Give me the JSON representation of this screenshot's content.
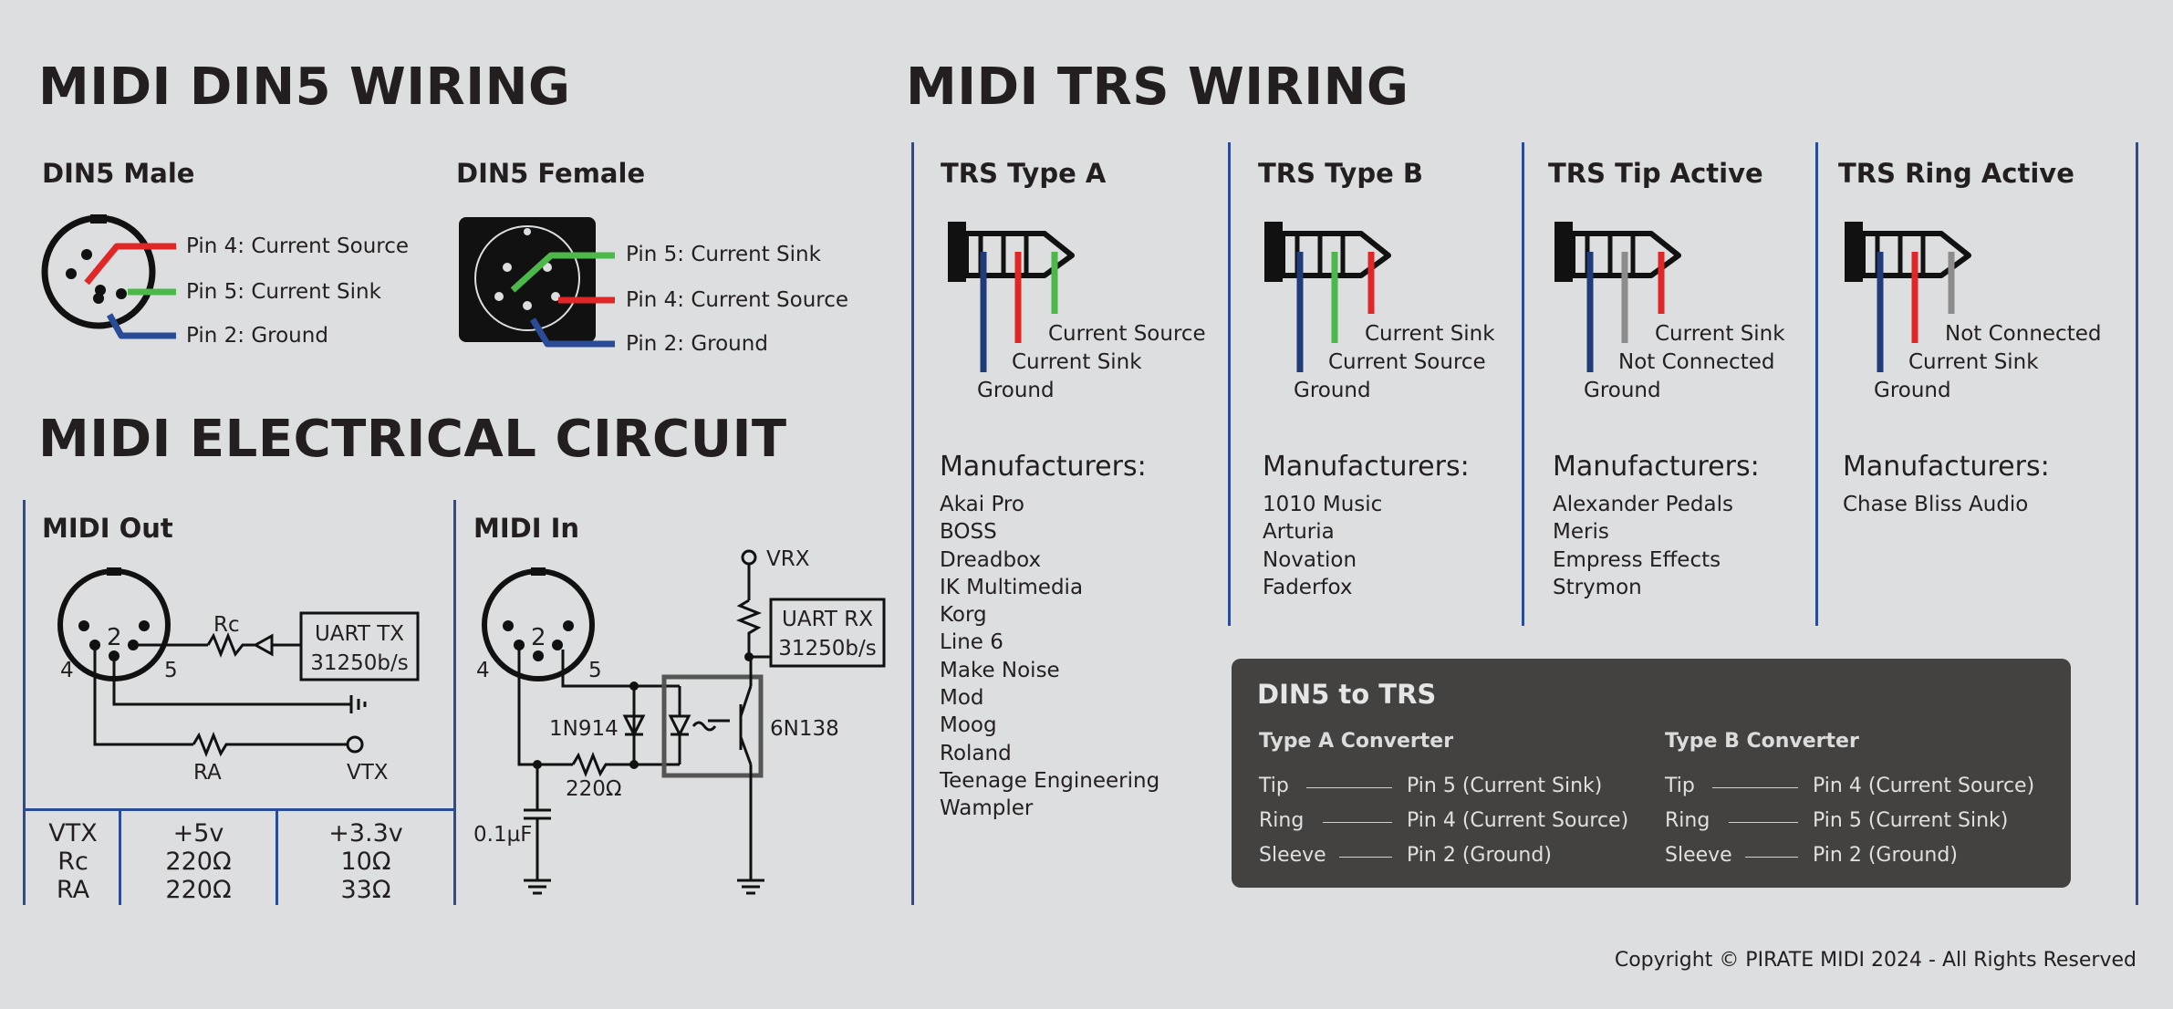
{
  "headings": {
    "din5": "MIDI DIN5 WIRING",
    "trs": "MIDI TRS WIRING",
    "circuit": "MIDI ELECTRICAL CIRCUIT"
  },
  "din5_male": {
    "title": "DIN5 Male",
    "pins": [
      "Pin 4: Current Source",
      "Pin 5: Current Sink",
      "Pin 2: Ground"
    ]
  },
  "din5_female": {
    "title": "DIN5 Female",
    "pins": [
      "Pin 5: Current Sink",
      "Pin 4: Current Source",
      "Pin 2: Ground"
    ]
  },
  "trs_types": [
    {
      "title": "TRS Type A",
      "wires": [
        "Current Source",
        "Current Sink",
        "Ground"
      ],
      "manufacturers_title": "Manufacturers:",
      "manufacturers": [
        "Akai Pro",
        "BOSS",
        "Dreadbox",
        "IK Multimedia",
        "Korg",
        "Line 6",
        "Make Noise",
        "Mod",
        "Moog",
        "Roland",
        "Teenage Engineering",
        "Wampler"
      ]
    },
    {
      "title": "TRS Type B",
      "wires": [
        "Current Sink",
        "Current Source",
        "Ground"
      ],
      "manufacturers_title": "Manufacturers:",
      "manufacturers": [
        "1010 Music",
        "Arturia",
        "Novation",
        "Faderfox"
      ]
    },
    {
      "title": "TRS Tip Active",
      "wires": [
        "Current Sink",
        "Not Connected",
        "Ground"
      ],
      "manufacturers_title": "Manufacturers:",
      "manufacturers": [
        "Alexander Pedals",
        "Meris",
        "Empress Effects",
        "Strymon"
      ]
    },
    {
      "title": "TRS Ring Active",
      "wires": [
        "Not Connected",
        "Current Sink",
        "Ground"
      ],
      "manufacturers_title": "Manufacturers:",
      "manufacturers": [
        "Chase Bliss Audio"
      ]
    }
  ],
  "midi_out": {
    "title": "MIDI Out",
    "pin_center": "2",
    "pin_left": "4",
    "pin_right": "5",
    "rc": "Rc",
    "ra": "RA",
    "vtx": "VTX",
    "uart_line1": "UART TX",
    "uart_line2": "31250b/s"
  },
  "midi_in": {
    "title": "MIDI In",
    "pin_center": "2",
    "pin_left": "4",
    "pin_right": "5",
    "vrx": "VRX",
    "uart_line1": "UART RX",
    "uart_line2": "31250b/s",
    "diode": "1N914",
    "resistor": "220Ω",
    "opto": "6N138",
    "cap": "0.1µF"
  },
  "voltage_table": {
    "labels": [
      "VTX",
      "Rc",
      "RA"
    ],
    "col_5v": [
      "+5v",
      "220Ω",
      "220Ω"
    ],
    "col_3v3": [
      "+3.3v",
      "10Ω",
      "33Ω"
    ]
  },
  "converter": {
    "title": "DIN5 to TRS",
    "type_a": {
      "title": "Type A Converter",
      "rows": [
        [
          "Tip",
          "Pin 5 (Current Sink)"
        ],
        [
          "Ring",
          "Pin 4 (Current Source)"
        ],
        [
          "Sleeve",
          "Pin 2 (Ground)"
        ]
      ]
    },
    "type_b": {
      "title": "Type B Converter",
      "rows": [
        [
          "Tip",
          "Pin 4 (Current Source)"
        ],
        [
          "Ring",
          "Pin 5 (Current Sink)"
        ],
        [
          "Sleeve",
          "Pin 2 (Ground)"
        ]
      ]
    }
  },
  "colors": {
    "background": "#dcdee0",
    "divider": "#2a4c96",
    "wire_red": "#e02626",
    "wire_green": "#4cb84a",
    "wire_blue": "#2a4c96",
    "wire_navy": "#1f3c78",
    "wire_gray": "#8c8c8c",
    "converter_bg": "#434240"
  },
  "copyright": "Copyright © PIRATE MIDI 2024 - All Rights Reserved"
}
